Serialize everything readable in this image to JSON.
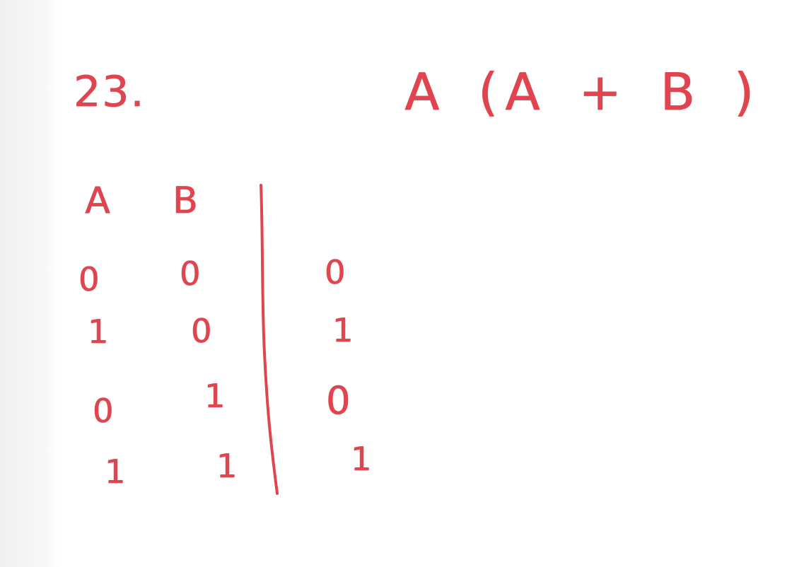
{
  "problem": {
    "number": "23.",
    "expression": "A (A + B )"
  },
  "truth_table": {
    "headers": [
      "A",
      "B"
    ],
    "rows": [
      {
        "a": "0",
        "b": "0",
        "out": "0"
      },
      {
        "a": "1",
        "b": "0",
        "out": "1"
      },
      {
        "a": "0",
        "b": "1",
        "out": "0"
      },
      {
        "a": "1",
        "b": "1",
        "out": "1"
      }
    ]
  },
  "colors": {
    "ink": "#e0454f",
    "margin": "#f2f2f2",
    "paper": "#ffffff"
  }
}
